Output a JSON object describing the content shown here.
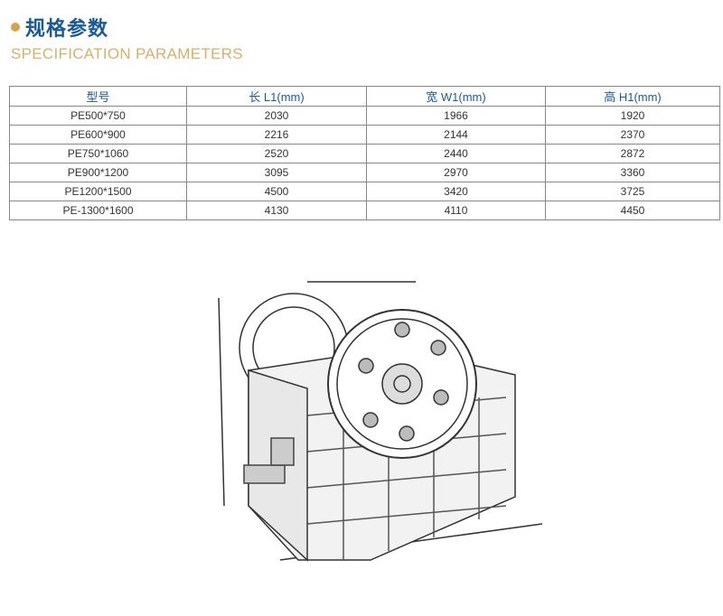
{
  "header": {
    "title_cn": "规格参数",
    "title_en": "SPECIFICATION PARAMETERS"
  },
  "table": {
    "columns": [
      "型号",
      "长 L1(mm)",
      "宽 W1(mm)",
      "高 H1(mm)"
    ],
    "rows": [
      [
        "PE500*750",
        "2030",
        "1966",
        "1920"
      ],
      [
        "PE600*900",
        "2216",
        "2144",
        "2370"
      ],
      [
        "PE750*1060",
        "2520",
        "2440",
        "2872"
      ],
      [
        "PE900*1200",
        "3095",
        "2970",
        "3360"
      ],
      [
        "PE1200*1500",
        "4500",
        "3420",
        "3725"
      ],
      [
        "PE-1300*1600",
        "4130",
        "4110",
        "4450"
      ]
    ]
  },
  "colors": {
    "brand": "#1b5a95",
    "accent": "#dcae6a"
  }
}
